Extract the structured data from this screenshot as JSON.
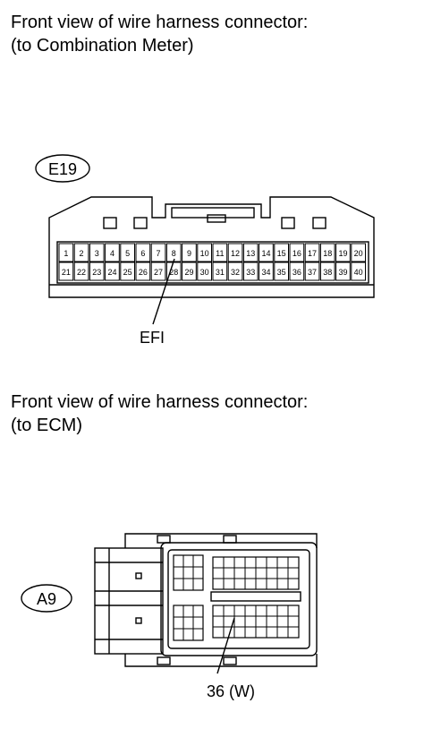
{
  "connector_1": {
    "heading_line1": "Front view of wire harness connector:",
    "heading_line2": "(to Combination Meter)",
    "id": "E19",
    "pins_top": [
      "1",
      "2",
      "3",
      "4",
      "5",
      "6",
      "7",
      "8",
      "9",
      "10",
      "11",
      "12",
      "13",
      "14",
      "15",
      "16",
      "17",
      "18",
      "19",
      "20"
    ],
    "pins_bottom": [
      "21",
      "22",
      "23",
      "24",
      "25",
      "26",
      "27",
      "28",
      "29",
      "30",
      "31",
      "32",
      "33",
      "34",
      "35",
      "36",
      "37",
      "38",
      "39",
      "40"
    ],
    "callout": "EFI"
  },
  "connector_2": {
    "heading_line1": "Front view of wire harness connector:",
    "heading_line2": "(to ECM)",
    "id": "A9",
    "callout": "36 (W)"
  },
  "colors": {
    "line": "#000000",
    "background": "#ffffff"
  }
}
